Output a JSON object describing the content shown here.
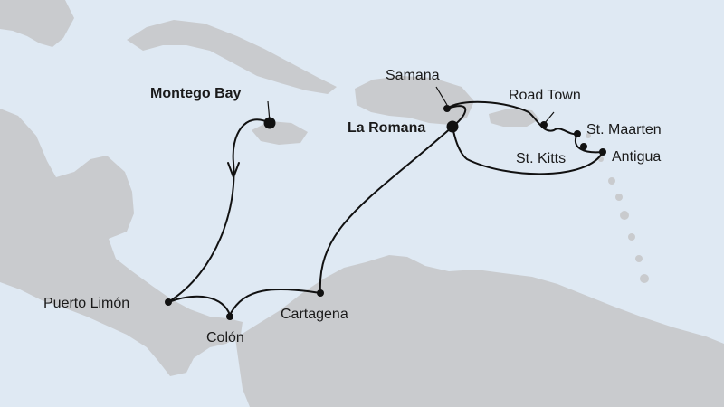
{
  "map": {
    "water_color": "#dfe9f3",
    "land_color": "#c9cbce",
    "route_color": "#111111",
    "ports": [
      {
        "name": "Montego Bay",
        "emphasis": "bold",
        "home_port": true
      },
      {
        "name": "La Romana",
        "emphasis": "bold",
        "home_port": true
      },
      {
        "name": "Samana",
        "emphasis": "regular",
        "home_port": false
      },
      {
        "name": "Road Town",
        "emphasis": "regular",
        "home_port": false
      },
      {
        "name": "St. Maarten",
        "emphasis": "regular",
        "home_port": false
      },
      {
        "name": "St. Kitts",
        "emphasis": "regular",
        "home_port": false
      },
      {
        "name": "Antigua",
        "emphasis": "regular",
        "home_port": false
      },
      {
        "name": "Puerto Limón",
        "emphasis": "regular",
        "home_port": false
      },
      {
        "name": "Colón",
        "emphasis": "regular",
        "home_port": false
      },
      {
        "name": "Cartagena",
        "emphasis": "regular",
        "home_port": false
      }
    ]
  }
}
